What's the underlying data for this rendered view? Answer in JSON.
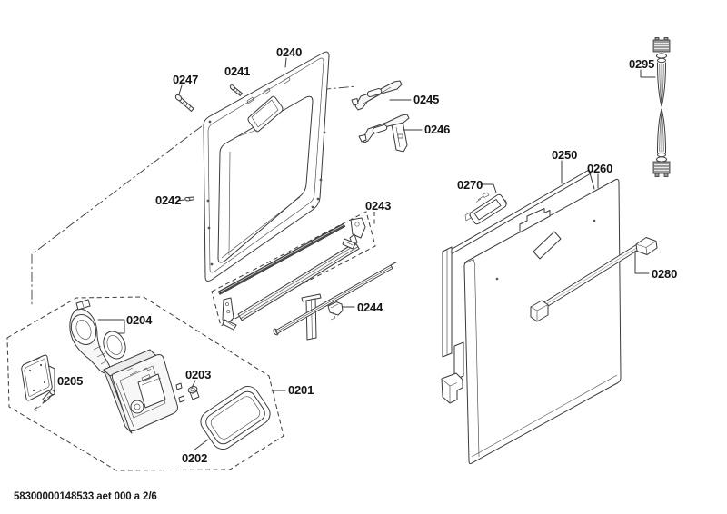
{
  "diagram": {
    "type": "exploded-parts-diagram",
    "footer": "58300000148533 aet 000 a 2/6",
    "colors": {
      "background": "#ffffff",
      "line": "#3a3a3a",
      "dark_seal_strip": "#4a4a4a",
      "connector_fill": "#9a9a9a"
    },
    "labels": {
      "p0201": "0201",
      "p0202": "0202",
      "p0203": "0203",
      "p0204": "0204",
      "p0205": "0205",
      "p0240": "0240",
      "p0241": "0241",
      "p0242": "0242",
      "p0243": "0243",
      "p0244": "0244",
      "p0245": "0245",
      "p0246": "0246",
      "p0247": "0247",
      "p0250": "0250",
      "p0260": "0260",
      "p0270": "0270",
      "p0280": "0280",
      "p0295": "0295"
    }
  }
}
